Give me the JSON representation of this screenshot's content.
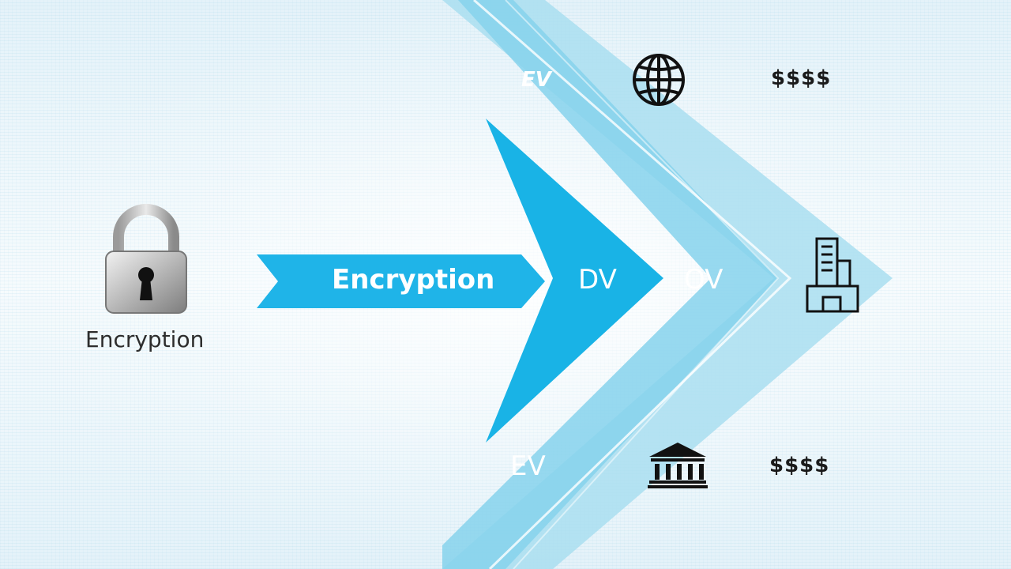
{
  "lock_caption": "Encryption",
  "encryption_arrow_label": "Encryption",
  "levels": {
    "dv": "DV",
    "ov": "OV",
    "ev": "EV"
  },
  "top_glyph_text": "EV",
  "prices": {
    "top": "$$$$",
    "bottom": "$$$$"
  },
  "icons": {
    "lock": "padlock-icon",
    "globe": "globe-icon",
    "building": "office-building-icon",
    "bank": "bank-institution-icon"
  },
  "colors": {
    "primary_blue": "#19b3e6",
    "mid_blue": "#7ccde8",
    "light_blue": "#a9def0",
    "background": "#eef7fb"
  }
}
